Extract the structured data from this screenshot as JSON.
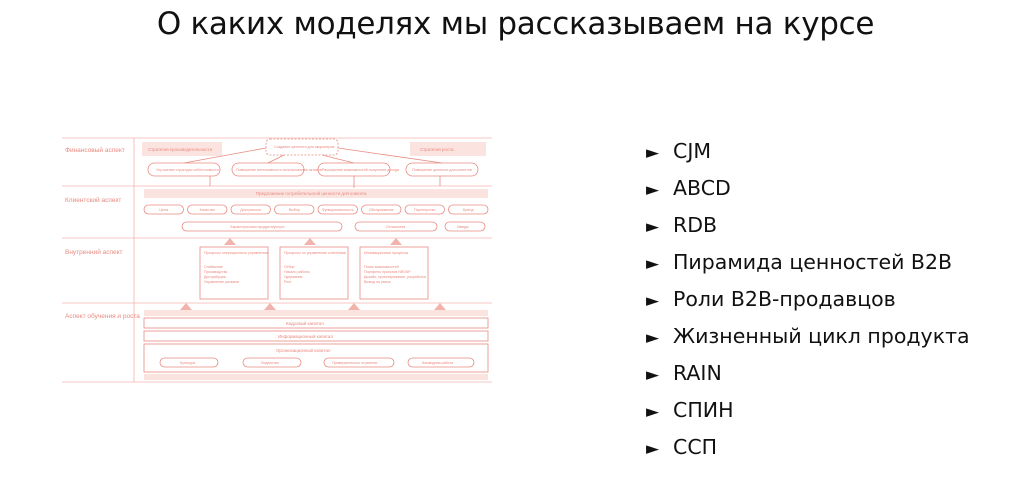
{
  "slide": {
    "title": "О каких моделях мы рассказываем на курсе"
  },
  "diagram": {
    "aspects": [
      "Финансовый аспект",
      "Клиентский аспект",
      "Внутренний аспект",
      "Аспект обучения и роста"
    ],
    "financial": {
      "left_goal": "Стратегия производительности",
      "top_goal": "Создание ценности для акционеров",
      "right_goal": "Стратегия роста",
      "ovals": [
        "Улучшение структуры себестоимости",
        "Повышение интенсивности использования активов",
        "Расширение возможностей получения дохода",
        "Повышение ценности для клиентов"
      ]
    },
    "customer": {
      "band": "Предложение потребительской ценности для клиента",
      "pills": [
        "Цена",
        "Качество",
        "Доступность",
        "Выбор",
        "Функциональность",
        "Обслуживание",
        "Партнерство",
        "Бренд"
      ],
      "groups": [
        "Характеристики продукта/услуги",
        "Отношения",
        "Имидж"
      ]
    },
    "internal": {
      "boxes": [
        {
          "title": "Процессы операционного управления",
          "items": [
            "Снабжение",
            "Производство",
            "Дистрибуция",
            "Управление рисками"
          ]
        },
        {
          "title": "Процессы по управлению клиентами",
          "items": [
            "Отбор",
            "Начало работы",
            "Удержание",
            "Рост"
          ]
        },
        {
          "title": "Инновационные процессы",
          "items": [
            "Поиск возможностей",
            "Портфель проектов НИОКР",
            "Дизайн, проектирование, разработка",
            "Вывод на рынок"
          ]
        }
      ]
    },
    "learning": {
      "bars": [
        "Кадровый капитал",
        "Информационный капитал",
        "Организационный капитал"
      ],
      "ovals": [
        "Культура",
        "Лидерство",
        "Приверженность стратегии",
        "Командная работа"
      ]
    }
  },
  "models": {
    "marker": "►",
    "items": [
      "CJM",
      "ABCD",
      "RDB",
      "Пирамида ценностей B2B",
      "Роли B2B-продавцов",
      "Жизненный цикл продукта",
      "RAIN",
      "СПИН",
      "ССП"
    ]
  },
  "colors": {
    "accent": "#e98a80",
    "accent_light": "#fbe3df",
    "text": "#111111"
  }
}
